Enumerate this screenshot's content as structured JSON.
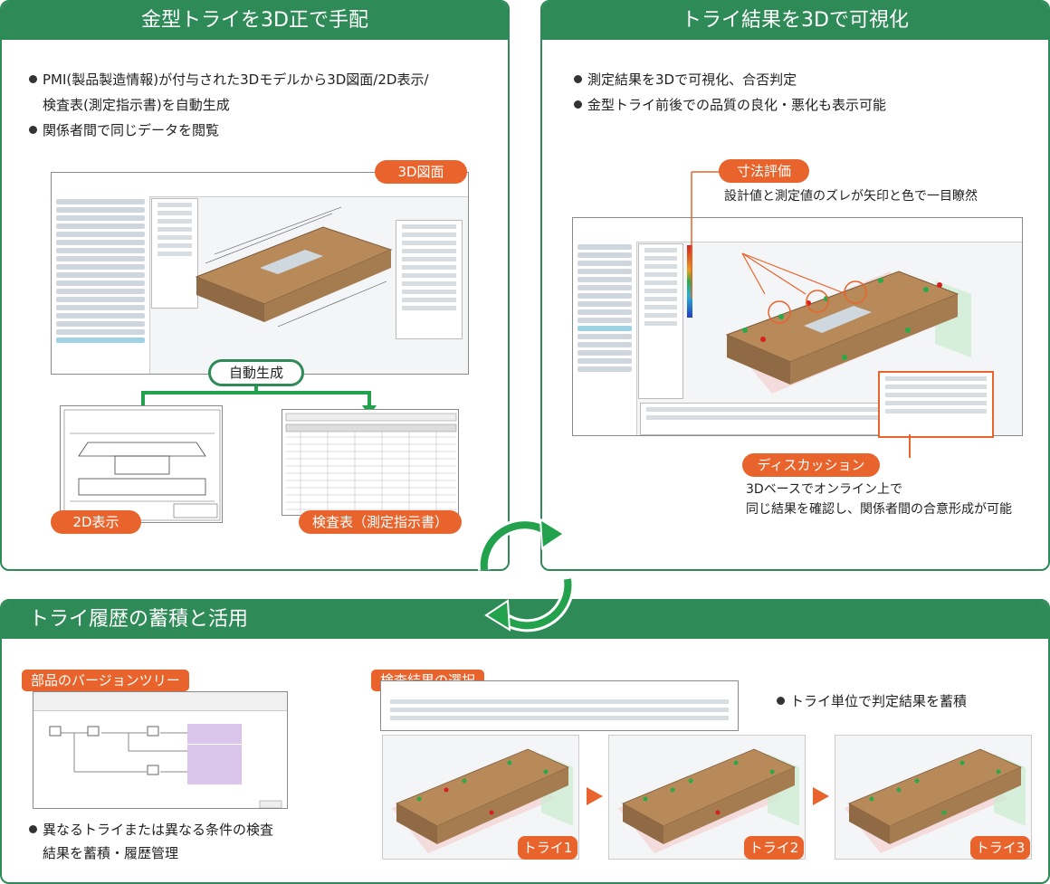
{
  "panel_left": {
    "title": "金型トライを3D正で手配",
    "bullets": [
      "PMI(製品製造情報)が付与された3Dモデルから3D図面/2D表示/",
      "検査表(測定指示書)を自動生成",
      "関係者間で同じデータを閲覧"
    ],
    "tag_3d": "3D図面",
    "tag_auto": "自動生成",
    "tag_2d": "2D表示",
    "tag_sheet": "検査表（測定指示書）"
  },
  "panel_right": {
    "title": "トライ結果を3Dで可視化",
    "bullets": [
      "測定結果を3Dで可視化、合否判定",
      "金型トライ前後での品質の良化・悪化も表示可能"
    ],
    "tag_dim": "寸法評価",
    "dim_note": "設計値と測定値のズレが矢印と色で一目瞭然",
    "tag_disc": "ディスカッション",
    "disc_note_1": "3Dベースでオンライン上で",
    "disc_note_2": "同じ結果を確認し、関係者間の合意形成が可能"
  },
  "panel_bottom": {
    "title": "トライ履歴の蓄積と活用",
    "tag_tree": "部品のバージョンツリー",
    "tag_select": "検査結果の選択",
    "bullet_right": "トライ単位で判定結果を蓄積",
    "bullet_left_1": "異なるトライまたは異なる条件の検査",
    "bullet_left_2": "結果を蓄積・履歴管理",
    "tries": [
      "トライ1",
      "トライ2",
      "トライ3"
    ]
  },
  "colors": {
    "green": "#2e8b57",
    "orange": "#e8642c",
    "wood": "#b88a5a"
  }
}
